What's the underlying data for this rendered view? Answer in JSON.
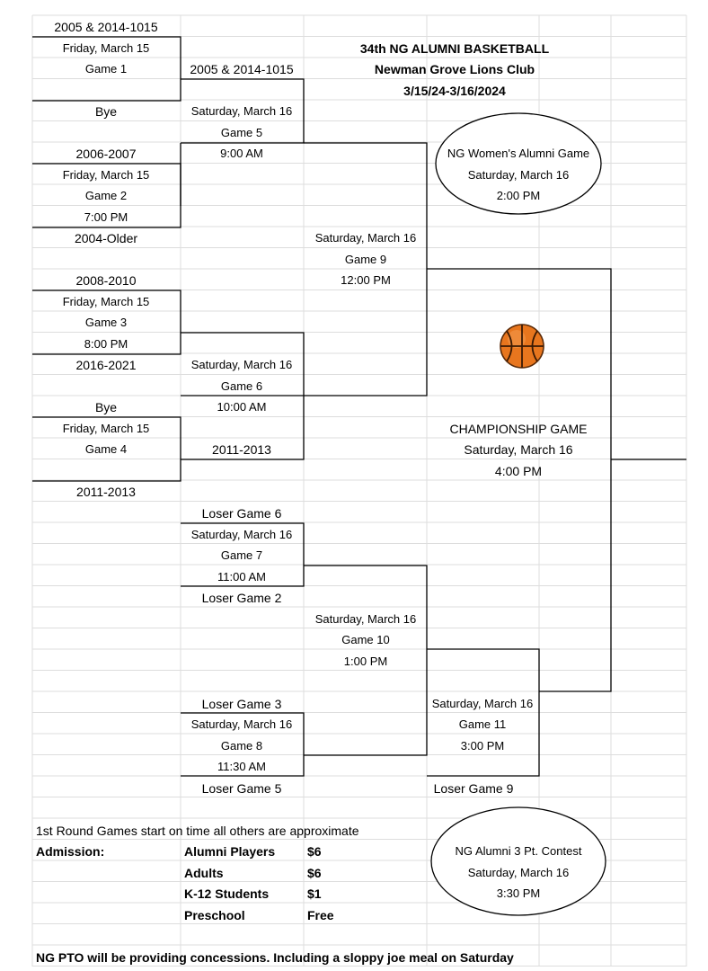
{
  "header": {
    "title": "34th NG ALUMNI BASKETBALL",
    "organizer": "Newman Grove Lions Club",
    "dates": "3/15/24-3/16/2024"
  },
  "round1": [
    {
      "team_top": "2005 & 2014-1015",
      "day": "Friday, March 15",
      "game": "Game 1",
      "time": "",
      "team_bottom": "Bye"
    },
    {
      "team_top": "2006-2007",
      "day": "Friday, March 15",
      "game": "Game 2",
      "time": "7:00 PM",
      "team_bottom": "2004-Older"
    },
    {
      "team_top": "2008-2010",
      "day": "Friday, March 15",
      "game": "Game 3",
      "time": "8:00 PM",
      "team_bottom": "2016-2021"
    },
    {
      "team_top": "Bye",
      "day": "Friday, March 15",
      "game": "Game 4",
      "time": "",
      "team_bottom": "2011-2013"
    }
  ],
  "round2": {
    "advance_game1": "2005 & 2014-1015",
    "advance_game4": "2011-2013",
    "game5": {
      "day": "Saturday, March 16",
      "game": "Game 5",
      "time": "9:00 AM"
    },
    "game6": {
      "day": "Saturday, March 16",
      "game": "Game 6",
      "time": "10:00 AM"
    }
  },
  "round3": {
    "game9": {
      "day": "Saturday, March 16",
      "game": "Game 9",
      "time": "12:00 PM"
    }
  },
  "womens_game": {
    "title": "NG Women's Alumni Game",
    "day": "Saturday, March 16",
    "time": "2:00 PM"
  },
  "championship": {
    "title": "CHAMPIONSHIP GAME",
    "day": "Saturday, March 16",
    "time": "4:00 PM"
  },
  "consolation": {
    "game7": {
      "team_top": "Loser Game 6",
      "day": "Saturday, March 16",
      "game": "Game 7",
      "time": "11:00 AM",
      "team_bottom": "Loser Game 2"
    },
    "game8": {
      "team_top": "Loser Game 3",
      "day": "Saturday, March 16",
      "game": "Game 8",
      "time": "11:30 AM",
      "team_bottom": "Loser Game 5"
    },
    "game10": {
      "day": "Saturday, March 16",
      "game": "Game 10",
      "time": "1:00 PM"
    },
    "game11": {
      "day": "Saturday, March 16",
      "game": "Game 11",
      "time": "3:00 PM",
      "team_bottom": "Loser Game 9"
    }
  },
  "footer": {
    "note": "1st Round Games start on time all others are approximate",
    "admission_label": "Admission:",
    "prices": [
      {
        "label": "Alumni Players",
        "price": "$6"
      },
      {
        "label": "Adults",
        "price": "$6"
      },
      {
        "label": "K-12 Students",
        "price": "$1"
      },
      {
        "label": "Preschool",
        "price": "Free"
      }
    ],
    "concessions": "NG PTO will be providing concessions. Including a sloppy joe meal on Saturday"
  },
  "contest": {
    "title": "NG Alumni 3 Pt. Contest",
    "day": "Saturday, March 16",
    "time": "3:30 PM"
  },
  "icons": {
    "ball": "basketball-icon"
  },
  "colors": {
    "ball": "#e8761e",
    "grid": "#dddddd",
    "line": "#000000"
  }
}
